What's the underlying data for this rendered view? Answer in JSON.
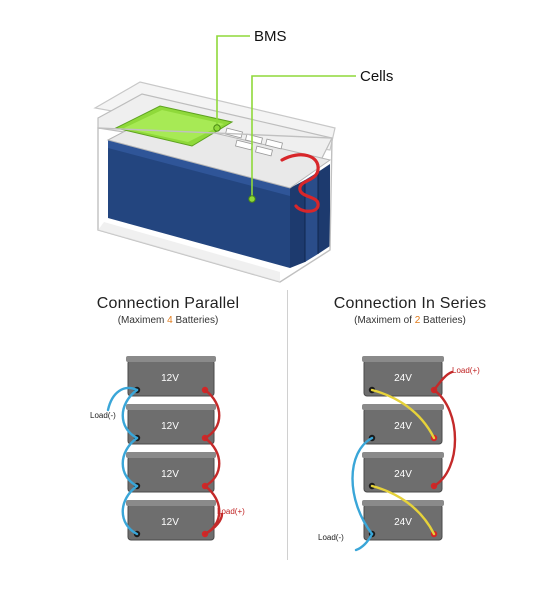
{
  "callouts": {
    "bms": "BMS",
    "cells": "Cells"
  },
  "parallel": {
    "title": "Connection Parallel",
    "sub_prefix": "(Maximem ",
    "sub_count": "4",
    "sub_suffix": " Batteries)",
    "battery_voltage": "12V",
    "load_neg": "Load(-)",
    "load_pos": "Load(+)"
  },
  "series": {
    "title": "Connection In Series",
    "sub_prefix": "(Maximem of ",
    "sub_count": "2",
    "sub_suffix": " Batteries)",
    "battery_voltage": "24V",
    "load_neg": "Load(-)",
    "load_pos": "Load(+)"
  },
  "colors": {
    "wire_negative": "#3aa6d8",
    "wire_positive": "#c42a2a",
    "wire_link": "#e6d23a",
    "battery_body": "#6e6e6e",
    "cell_blue": "#23457f",
    "bms_green": "#8fd93a",
    "highlight": "#e07a1a"
  }
}
